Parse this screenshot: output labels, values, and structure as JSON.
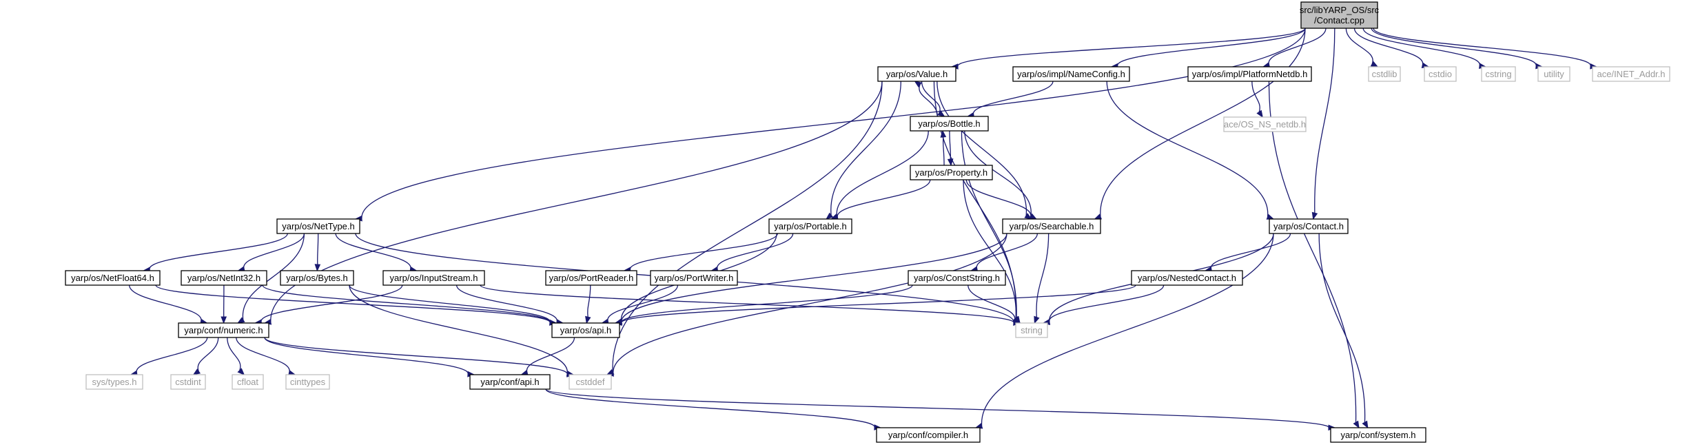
{
  "diagram": {
    "nodes": [
      {
        "id": "contact_cpp",
        "label_lines": [
          "src/libYARP_OS/src",
          "/Contact.cpp"
        ],
        "style": "root"
      },
      {
        "id": "value_h",
        "label_lines": [
          "yarp/os/Value.h"
        ],
        "style": "normal"
      },
      {
        "id": "nameconfig_h",
        "label_lines": [
          "yarp/os/impl/NameConfig.h"
        ],
        "style": "normal"
      },
      {
        "id": "platformnetdb_h",
        "label_lines": [
          "yarp/os/impl/PlatformNetdb.h"
        ],
        "style": "normal"
      },
      {
        "id": "cstdlib",
        "label_lines": [
          "cstdlib"
        ],
        "style": "external"
      },
      {
        "id": "cstdio",
        "label_lines": [
          "cstdio"
        ],
        "style": "external"
      },
      {
        "id": "cstring",
        "label_lines": [
          "cstring"
        ],
        "style": "external"
      },
      {
        "id": "utility",
        "label_lines": [
          "utility"
        ],
        "style": "external"
      },
      {
        "id": "inet_addr_h",
        "label_lines": [
          "ace/INET_Addr.h"
        ],
        "style": "external"
      },
      {
        "id": "bottle_h",
        "label_lines": [
          "yarp/os/Bottle.h"
        ],
        "style": "normal"
      },
      {
        "id": "os_ns_netdb_h",
        "label_lines": [
          "ace/OS_NS_netdb.h"
        ],
        "style": "external"
      },
      {
        "id": "property_h",
        "label_lines": [
          "yarp/os/Property.h"
        ],
        "style": "normal"
      },
      {
        "id": "nettype_h",
        "label_lines": [
          "yarp/os/NetType.h"
        ],
        "style": "normal"
      },
      {
        "id": "portable_h",
        "label_lines": [
          "yarp/os/Portable.h"
        ],
        "style": "normal"
      },
      {
        "id": "searchable_h",
        "label_lines": [
          "yarp/os/Searchable.h"
        ],
        "style": "normal"
      },
      {
        "id": "contact_h",
        "label_lines": [
          "yarp/os/Contact.h"
        ],
        "style": "normal"
      },
      {
        "id": "netfloat64_h",
        "label_lines": [
          "yarp/os/NetFloat64.h"
        ],
        "style": "normal"
      },
      {
        "id": "netint32_h",
        "label_lines": [
          "yarp/os/NetInt32.h"
        ],
        "style": "normal"
      },
      {
        "id": "bytes_h",
        "label_lines": [
          "yarp/os/Bytes.h"
        ],
        "style": "normal"
      },
      {
        "id": "inputstream_h",
        "label_lines": [
          "yarp/os/InputStream.h"
        ],
        "style": "normal"
      },
      {
        "id": "portreader_h",
        "label_lines": [
          "yarp/os/PortReader.h"
        ],
        "style": "normal"
      },
      {
        "id": "portwriter_h",
        "label_lines": [
          "yarp/os/PortWriter.h"
        ],
        "style": "normal"
      },
      {
        "id": "conststring_h",
        "label_lines": [
          "yarp/os/ConstString.h"
        ],
        "style": "normal"
      },
      {
        "id": "nestedcontact_h",
        "label_lines": [
          "yarp/os/NestedContact.h"
        ],
        "style": "normal"
      },
      {
        "id": "numeric_h",
        "label_lines": [
          "yarp/conf/numeric.h"
        ],
        "style": "normal"
      },
      {
        "id": "api_h",
        "label_lines": [
          "yarp/os/api.h"
        ],
        "style": "normal"
      },
      {
        "id": "string",
        "label_lines": [
          "string"
        ],
        "style": "external"
      },
      {
        "id": "sys_types_h",
        "label_lines": [
          "sys/types.h"
        ],
        "style": "external"
      },
      {
        "id": "cstdint",
        "label_lines": [
          "cstdint"
        ],
        "style": "external"
      },
      {
        "id": "cfloat",
        "label_lines": [
          "cfloat"
        ],
        "style": "external"
      },
      {
        "id": "cinttypes",
        "label_lines": [
          "cinttypes"
        ],
        "style": "external"
      },
      {
        "id": "cstddef",
        "label_lines": [
          "cstddef"
        ],
        "style": "external"
      },
      {
        "id": "conf_api_h",
        "label_lines": [
          "yarp/conf/api.h"
        ],
        "style": "normal"
      },
      {
        "id": "compiler_h",
        "label_lines": [
          "yarp/conf/compiler.h"
        ],
        "style": "normal"
      },
      {
        "id": "system_h",
        "label_lines": [
          "yarp/conf/system.h"
        ],
        "style": "normal"
      }
    ],
    "edges": [
      [
        "contact_cpp",
        "value_h"
      ],
      [
        "contact_cpp",
        "nameconfig_h"
      ],
      [
        "contact_cpp",
        "platformnetdb_h"
      ],
      [
        "contact_cpp",
        "cstdlib"
      ],
      [
        "contact_cpp",
        "cstdio"
      ],
      [
        "contact_cpp",
        "cstring"
      ],
      [
        "contact_cpp",
        "utility"
      ],
      [
        "contact_cpp",
        "inet_addr_h"
      ],
      [
        "contact_cpp",
        "nettype_h"
      ],
      [
        "contact_cpp",
        "searchable_h"
      ],
      [
        "contact_cpp",
        "contact_h"
      ],
      [
        "value_h",
        "bottle_h"
      ],
      [
        "value_h",
        "portable_h"
      ],
      [
        "value_h",
        "searchable_h"
      ],
      [
        "value_h",
        "numeric_h"
      ],
      [
        "value_h",
        "string"
      ],
      [
        "value_h",
        "cstddef"
      ],
      [
        "bottle_h",
        "value_h"
      ],
      [
        "bottle_h",
        "property_h"
      ],
      [
        "bottle_h",
        "portable_h"
      ],
      [
        "bottle_h",
        "searchable_h"
      ],
      [
        "bottle_h",
        "string"
      ],
      [
        "property_h",
        "bottle_h"
      ],
      [
        "property_h",
        "portable_h"
      ],
      [
        "property_h",
        "searchable_h"
      ],
      [
        "property_h",
        "string"
      ],
      [
        "nameconfig_h",
        "bottle_h"
      ],
      [
        "nameconfig_h",
        "contact_h"
      ],
      [
        "platformnetdb_h",
        "os_ns_netdb_h"
      ],
      [
        "platformnetdb_h",
        "system_h"
      ],
      [
        "nettype_h",
        "netfloat64_h"
      ],
      [
        "nettype_h",
        "netint32_h"
      ],
      [
        "nettype_h",
        "bytes_h"
      ],
      [
        "nettype_h",
        "inputstream_h"
      ],
      [
        "nettype_h",
        "numeric_h"
      ],
      [
        "nettype_h",
        "string"
      ],
      [
        "portable_h",
        "portreader_h"
      ],
      [
        "portable_h",
        "portwriter_h"
      ],
      [
        "portable_h",
        "api_h"
      ],
      [
        "searchable_h",
        "conststring_h"
      ],
      [
        "searchable_h",
        "api_h"
      ],
      [
        "searchable_h",
        "string"
      ],
      [
        "searchable_h",
        "cstddef"
      ],
      [
        "contact_h",
        "nestedcontact_h"
      ],
      [
        "contact_h",
        "string"
      ],
      [
        "contact_h",
        "compiler_h"
      ],
      [
        "contact_h",
        "system_h"
      ],
      [
        "netfloat64_h",
        "numeric_h"
      ],
      [
        "netfloat64_h",
        "api_h"
      ],
      [
        "netint32_h",
        "numeric_h"
      ],
      [
        "netint32_h",
        "api_h"
      ],
      [
        "bytes_h",
        "api_h"
      ],
      [
        "bytes_h",
        "cstddef"
      ],
      [
        "inputstream_h",
        "api_h"
      ],
      [
        "inputstream_h",
        "numeric_h"
      ],
      [
        "inputstream_h",
        "string"
      ],
      [
        "portreader_h",
        "api_h"
      ],
      [
        "portwriter_h",
        "api_h"
      ],
      [
        "conststring_h",
        "api_h"
      ],
      [
        "conststring_h",
        "string"
      ],
      [
        "nestedcontact_h",
        "api_h"
      ],
      [
        "nestedcontact_h",
        "string"
      ],
      [
        "numeric_h",
        "sys_types_h"
      ],
      [
        "numeric_h",
        "cstdint"
      ],
      [
        "numeric_h",
        "cfloat"
      ],
      [
        "numeric_h",
        "cinttypes"
      ],
      [
        "numeric_h",
        "cstddef"
      ],
      [
        "numeric_h",
        "conf_api_h"
      ],
      [
        "api_h",
        "conf_api_h"
      ],
      [
        "conf_api_h",
        "compiler_h"
      ],
      [
        "conf_api_h",
        "system_h"
      ]
    ]
  },
  "colors": {
    "edge": "#191970",
    "node_border": "#000000",
    "external_border": "#bfbfbf",
    "external_text": "#9a9a9a",
    "root_fill": "#bfbfbf"
  }
}
